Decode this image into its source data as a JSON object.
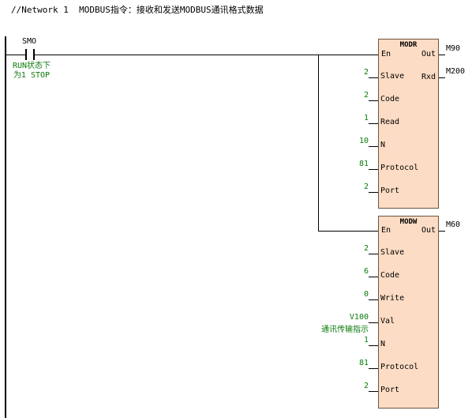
{
  "network": {
    "title": "//Network 1  MODBUS指令：接收和发送MODBUS通讯格式数据"
  },
  "contact": {
    "name": "SMO",
    "comment_line1": "RUN状态下",
    "comment_line2": "为1 STOP"
  },
  "modr": {
    "title": "MODR",
    "en": "En",
    "out": "Out",
    "out_value": "M90",
    "rxd": "Rxd",
    "rxd_value": "M200",
    "pins": [
      {
        "label": "Slave",
        "value": "2"
      },
      {
        "label": "Code",
        "value": "2"
      },
      {
        "label": "Read",
        "value": "1"
      },
      {
        "label": "N",
        "value": "10"
      },
      {
        "label": "Protocol",
        "value": "81"
      },
      {
        "label": "Port",
        "value": "2"
      }
    ]
  },
  "modw": {
    "title": "MODW",
    "en": "En",
    "out": "Out",
    "out_value": "M60",
    "pins": [
      {
        "label": "Slave",
        "value": "2"
      },
      {
        "label": "Code",
        "value": "6"
      },
      {
        "label": "Write",
        "value": "0"
      },
      {
        "label": "Val",
        "value": "V100",
        "comment": "通讯传输指示"
      },
      {
        "label": "N",
        "value": "1"
      },
      {
        "label": "Protocol",
        "value": "81"
      },
      {
        "label": "Port",
        "value": "2"
      }
    ]
  },
  "colors": {
    "block_fill": "#fcdcc4",
    "operand_green": "#0b7a0b"
  }
}
